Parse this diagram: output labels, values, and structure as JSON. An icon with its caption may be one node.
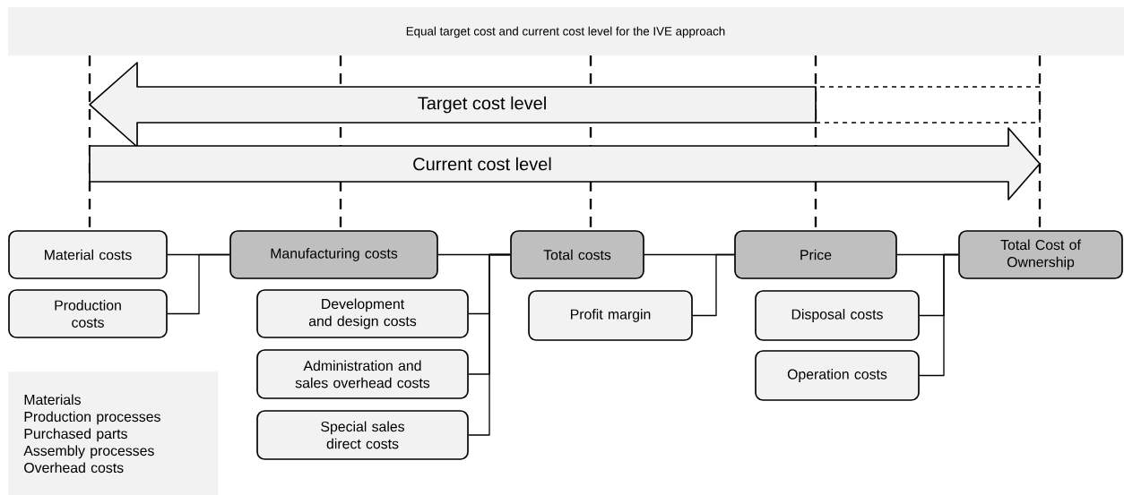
{
  "diagram": {
    "title": "Equal target cost and current cost level for the IVE approach",
    "nodes": [
      {
        "text": [
          "Material costs"
        ]
      },
      {
        "text": [
          "Manufacturing costs"
        ]
      },
      {
        "text": [
          "Total costs"
        ]
      },
      {
        "text": [
          "Price"
        ]
      },
      {
        "text": [
          "Total Cost of Ownership"
        ]
      },
      {
        "text": [
          "Production costs"
        ]
      },
      {
        "text": [
          "Development and design costs"
        ]
      },
      {
        "text": [
          "Administration and sales overhead costs"
        ]
      },
      {
        "text": [
          "Special sales direct costs"
        ]
      },
      {
        "text": [
          "Profit margin"
        ]
      },
      {
        "text": [
          "Disposal costs"
        ]
      },
      {
        "text": [
          "Operation costs"
        ]
      },
      {
        "text": [
          "Target cost level"
        ]
      },
      {
        "text": [
          "Current cost level"
        ]
      },
      {
        "text": [
          "Materials",
          "Production processes",
          "Purchased parts",
          "Assembly processes",
          "Overhead costs"
        ]
      }
    ],
    "edges": [
      {
        "from": 0,
        "to": 1,
        "arrow": "none"
      },
      {
        "from": 5,
        "to": 1,
        "arrow": "none"
      },
      {
        "from": 1,
        "to": 2,
        "arrow": "none"
      },
      {
        "from": 6,
        "to": 2,
        "arrow": "none"
      },
      {
        "from": 7,
        "to": 2,
        "arrow": "none"
      },
      {
        "from": 8,
        "to": 2,
        "arrow": "none"
      },
      {
        "from": 2,
        "to": 3,
        "arrow": "none"
      },
      {
        "from": 9,
        "to": 3,
        "arrow": "none"
      },
      {
        "from": 3,
        "to": 4,
        "arrow": "none"
      },
      {
        "from": 10,
        "to": 4,
        "arrow": "none"
      },
      {
        "from": 11,
        "to": 4,
        "arrow": "none"
      }
    ]
  }
}
